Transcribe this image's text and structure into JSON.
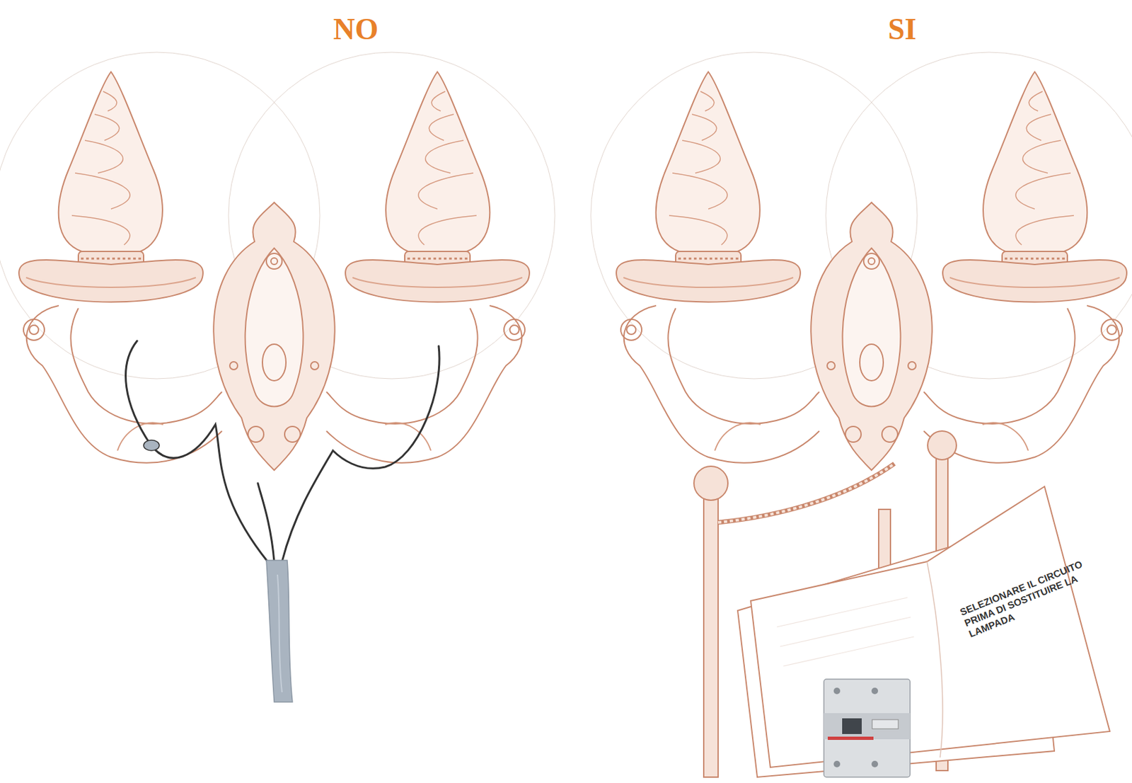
{
  "diagram": {
    "labels": [
      "NO",
      "SI",
      "SELEZIONARE IL CIRCUITO PRIMA DI SOSTITUIRE LA LAMPADA"
    ]
  }
}
